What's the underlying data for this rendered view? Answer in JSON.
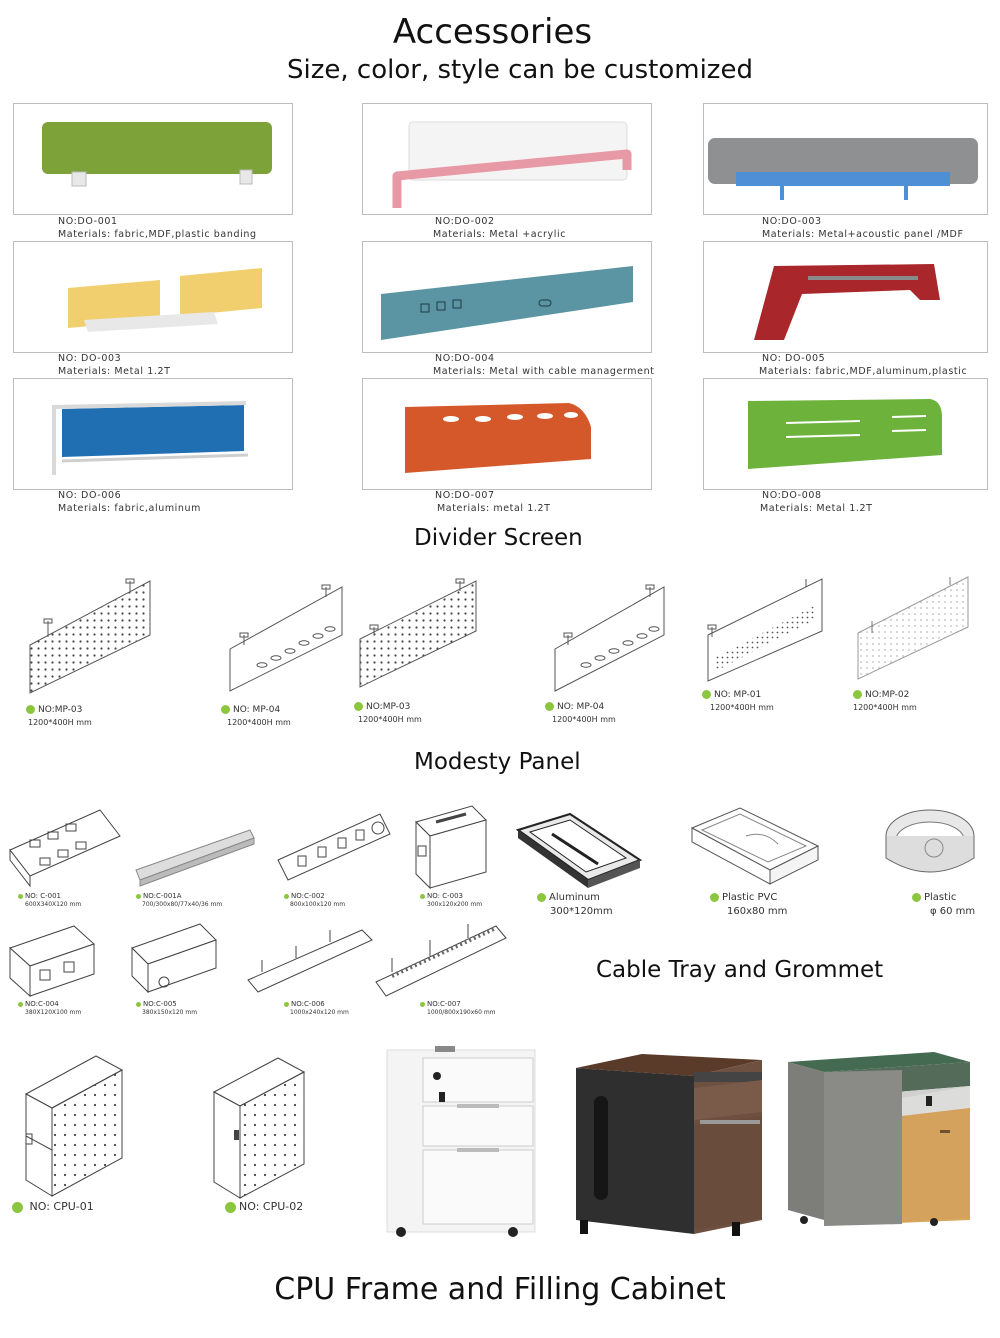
{
  "header": {
    "title": "Accessories",
    "subtitle": "Size, color, style can be customized"
  },
  "sections": {
    "divider": "Divider Screen",
    "modesty": "Modesty Panel",
    "cable": "Cable Tray and Grommet",
    "cpu": "CPU Frame and Filling Cabinet"
  },
  "dividers": [
    {
      "no": "NO:DO-001",
      "materials": "Materials: fabric,MDF,plastic banding",
      "color": "#7ea23a"
    },
    {
      "no": "NO:DO-002",
      "materials": "Materials: Metal +acrylic",
      "color": "#e79aa6"
    },
    {
      "no": "NO:DO-003",
      "materials": "Materials: Metal+acoustic panel /MDF",
      "color": "#8e9092"
    },
    {
      "no": "NO: DO-003",
      "materials": "Materials: Metal 1.2T",
      "color": "#f2cf6e"
    },
    {
      "no": "NO:DO-004",
      "materials": "Materials: Metal with cable managerment",
      "color": "#5b95a3"
    },
    {
      "no": "NO: DO-005",
      "materials": "Materials: fabric,MDF,aluminum,plastic",
      "color": "#a9262a"
    },
    {
      "no": "NO: DO-006",
      "materials": "Materials: fabric,aluminum",
      "color": "#1f6fb2"
    },
    {
      "no": "NO:DO-007",
      "materials": "Materials: metal 1.2T",
      "color": "#d4582a"
    },
    {
      "no": "NO:DO-008",
      "materials": "Materials: Metal 1.2T",
      "color": "#6cb23b"
    }
  ],
  "modesty": [
    {
      "no": "NO:MP-03",
      "size": "1200*400H mm"
    },
    {
      "no": "NO: MP-04",
      "size": "1200*400H mm"
    },
    {
      "no": "NO:MP-03",
      "size": "1200*400H mm"
    },
    {
      "no": "NO: MP-04",
      "size": "1200*400H mm"
    },
    {
      "no": "NO: MP-01",
      "size": "1200*400H mm"
    },
    {
      "no": "NO:MP-02",
      "size": "1200*400H mm"
    }
  ],
  "trays": [
    {
      "no": "NO: C-001",
      "size": "600X340X120 mm"
    },
    {
      "no": "NO:C-001A",
      "size": "700/300x80/77x40/36 mm"
    },
    {
      "no": "NO:C-002",
      "size": "800x100x120 mm"
    },
    {
      "no": "NO: C-003",
      "size": "300x120x200 mm"
    },
    {
      "no": "NO:C-004",
      "size": "380X120X100 mm"
    },
    {
      "no": "NO:C-005",
      "size": "380x150x120 mm"
    },
    {
      "no": "NO:C-006",
      "size": "1000x240x120 mm"
    },
    {
      "no": "NO:C-007",
      "size": "1000/800x190x60 mm"
    }
  ],
  "grommets": [
    {
      "name": "Aluminum",
      "size": "300*120mm"
    },
    {
      "name": "Plastic PVC",
      "size": "160x80 mm"
    },
    {
      "name": "Plastic",
      "size": "φ 60 mm"
    }
  ],
  "cpu": [
    {
      "no": "NO: CPU-01"
    },
    {
      "no": "NO: CPU-02"
    }
  ],
  "accent": "#8cc63f"
}
